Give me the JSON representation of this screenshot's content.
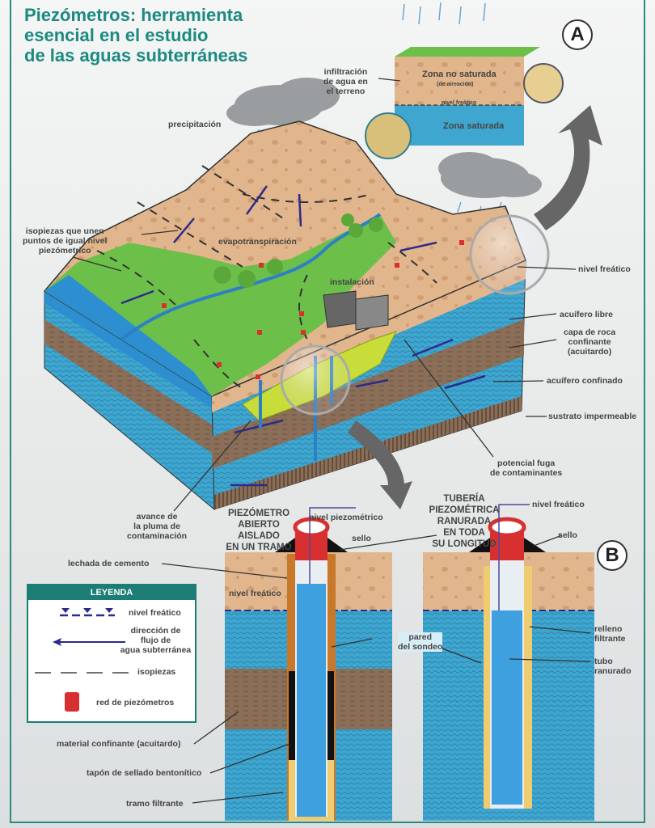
{
  "title": [
    "Piezómetros: herramienta",
    "esencial en el estudio",
    "de las aguas subterráneas"
  ],
  "panel_letters": {
    "a": "A",
    "b": "B"
  },
  "inset_a": {
    "infiltration": [
      "infiltración",
      "de agua en",
      "el terreno"
    ],
    "unsaturated_zone": "Zona no saturada",
    "unsaturated_sub": "(de aireación)",
    "water_table": "nivel freático",
    "saturated_zone": "Zona saturada"
  },
  "block_labels": {
    "precipitation": "precipitación",
    "isopiezas": [
      "isopiezas que unen",
      "puntos de igual nivel",
      "piezómetrico"
    ],
    "evapotranspiration": "evapotranspiración",
    "installation": "instalación",
    "water_table": "nivel freático",
    "unconfined_aquifer": "acuífero libre",
    "confining_layer": [
      "capa de roca",
      "confinante",
      "(acuitardo)"
    ],
    "confined_aquifer": "acuífero confinado",
    "impermeable_substrate": "sustrato impermeable",
    "contaminant_leak": [
      "potencial fuga",
      "de contaminantes"
    ],
    "plume_advance": [
      "avance de",
      "la pluma de",
      "contaminación"
    ]
  },
  "section_b": {
    "left_title": [
      "PIEZÓMETRO",
      "ABIERTO",
      "AISLADO",
      "EN UN TRAMO"
    ],
    "right_title": [
      "TUBERÍA",
      "PIEZOMÉTRICA",
      "RANURADA",
      "EN TODA",
      "SU LONGITUD"
    ],
    "piezometric_level": "nivel piezométrico",
    "seal_left": "sello",
    "seal_right": "sello",
    "cement_grout": "lechada de cemento",
    "water_table_left": "nivel freático",
    "water_table_right": "nivel freático",
    "borehole_wall": [
      "pared",
      "del sondeo"
    ],
    "filter_pack": [
      "relleno",
      "filtrante"
    ],
    "slotted_tube": [
      "tubo",
      "ranurado"
    ],
    "confining_material": "material confinante (acuitardo)",
    "bentonite_plug": "tapón de sellado bentonítico",
    "filter_section": "tramo filtrante"
  },
  "legend": {
    "title": "LEYENDA",
    "items": [
      {
        "icon": "water-table-symbol",
        "label": "nivel freático"
      },
      {
        "icon": "flow-arrow",
        "label": [
          "dirección de",
          "flujo de",
          "agua subterránea"
        ]
      },
      {
        "icon": "dashed-line",
        "label": "isopiezas"
      },
      {
        "icon": "red-cylinder",
        "label": "red de piezómetros"
      }
    ]
  },
  "colors": {
    "teal": "#1c8a80",
    "water": "#3fa6cf",
    "soil": "#e2b68c",
    "grass": "#6cc04a",
    "clay": "#8a6e58",
    "flow": "#2c2a8a",
    "piezometer": "#d83030"
  }
}
